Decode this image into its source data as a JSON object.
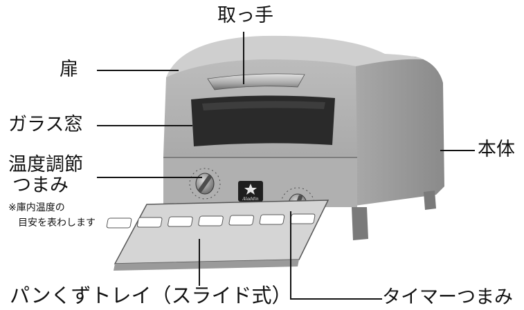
{
  "labels": {
    "handle": "取っ手",
    "door": "扉",
    "glass_window": "ガラス窓",
    "temp_knob_line1": "温度調節",
    "temp_knob_line2": "つまみ",
    "temp_note_line1": "※庫内温度の",
    "temp_note_line2": "目安を表わします",
    "body": "本体",
    "crumb_tray": "パンくずトレイ（スライド式）",
    "timer_knob": "タイマーつまみ"
  },
  "logo_text": "Aladdin",
  "colors": {
    "body": "#b9b9b9",
    "body_dark": "#8f8f8f",
    "glass": "#262626",
    "line": "#111111",
    "tray": "#d8d8d8"
  }
}
